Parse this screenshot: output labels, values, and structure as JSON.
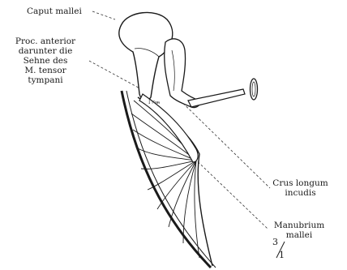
{
  "labels": {
    "caput": "Caput mallei",
    "proc": [
      "Proc. anterior",
      "darunter die",
      "Sehne des",
      "M. tensor",
      "tympani"
    ],
    "crus": [
      "Crus longum",
      "incudis"
    ],
    "manubrium": [
      "Manubrium",
      "mallei"
    ],
    "magnification": {
      "numerator": "3",
      "denominator": "1"
    }
  },
  "colors": {
    "ink": "#1a1a1a",
    "background": "#ffffff"
  }
}
